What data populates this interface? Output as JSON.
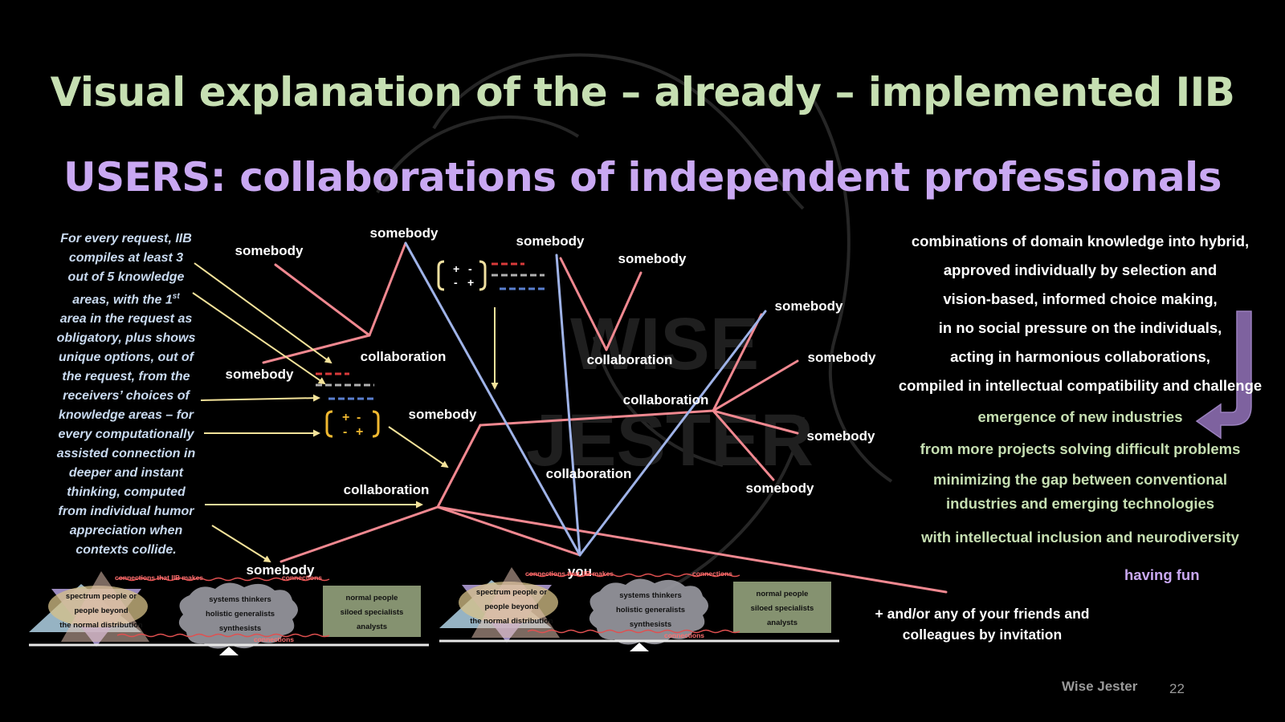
{
  "slide": {
    "title": "Visual explanation of the – already – implemented IIB",
    "subtitle": "USERS: collaborations of independent professionals",
    "left_note": "For every request, IIB compiles at least 3 out of 5 knowledge areas, with the 1st area in the request as obligatory, plus shows unique options, out of the request, from the receivers’ choices of knowledge areas – for every computationally assisted connection in deeper and instant thinking, computed from individual humor appreciation when contexts collide.",
    "left_note_lines": [
      "For every request, IIB",
      "compiles at least 3",
      "out of 5 knowledge",
      "areas, with the 1st",
      "area in the request as",
      "obligatory, plus shows",
      "unique options, out of",
      "the request, from the",
      "receivers’ choices of",
      "knowledge areas – for",
      "every computationally",
      "assisted connection in",
      "deeper and instant",
      "thinking, computed",
      "from individual humor",
      "appreciation when",
      "contexts collide."
    ],
    "diagram_labels": {
      "somebody": "somebody",
      "collaboration": "collaboration",
      "you": "you"
    },
    "symbol_plus": "+",
    "symbol_minus": "-",
    "bottom_diagram": {
      "connections_iib": "connections that IIB makes",
      "connections": "connections",
      "spectrum_lines": [
        "spectrum people or",
        "people beyond",
        "the normal distribution"
      ],
      "systems_lines": [
        "systems thinkers",
        "holistic generalists",
        "synthesists"
      ],
      "normal_lines": [
        "normal people",
        "siloed specialists",
        "analysts"
      ]
    },
    "right_lines": [
      "combinations of domain knowledge into hybrid,",
      "approved individually by selection and",
      "vision-based, informed choice making,",
      "in no social pressure on the individuals,",
      "acting in harmonious collaborations,",
      "compiled in intellectual compatibility and challenge"
    ],
    "right_green": [
      "emergence of new industries",
      "from more projects solving difficult problems",
      "minimizing the gap between conventional",
      "industries and emerging technologies",
      "with intellectual inclusion and neurodiversity"
    ],
    "having_fun": "having fun",
    "invite": "+ and/or any of your friends and colleagues by invitation",
    "footer_brand": "Wise Jester",
    "page_number": "22",
    "colors": {
      "title_green": "#c6dfb2",
      "subtitle_purple": "#c9a8f2",
      "pink_line": "#f08890",
      "blue_line": "#9fb3e8",
      "arrow_yellow": "#f4e39a",
      "purple_arrow": "#7e629f"
    }
  }
}
